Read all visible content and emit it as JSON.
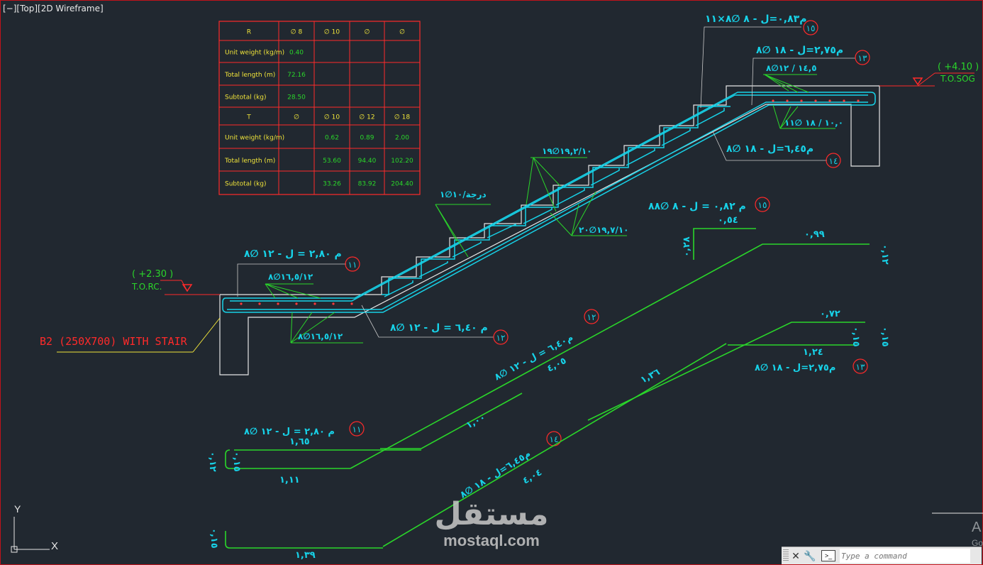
{
  "viewport": {
    "label": "[−][Top][2D Wireframe]"
  },
  "schedule": {
    "rows": [
      [
        "R",
        "∅ 8",
        "∅ 10",
        "∅",
        "∅"
      ],
      [
        "Unit weight (kg/m)",
        "0.40",
        "",
        "",
        ""
      ],
      [
        "Total length (m)",
        "72.16",
        "",
        "",
        ""
      ],
      [
        "Subtotal (kg)",
        "28.50",
        "",
        "",
        ""
      ],
      [
        "T",
        "∅",
        "∅ 10",
        "∅ 12",
        "∅ 18"
      ],
      [
        "Unit weight (kg/m)",
        "",
        "0.62",
        "0.89",
        "2.00"
      ],
      [
        "Total length (m)",
        "",
        "53.60",
        "94.40",
        "102.20"
      ],
      [
        "Subtotal (kg)",
        "",
        "33.26",
        "83.92",
        "204.40"
      ]
    ]
  },
  "levels": {
    "top_value": "( +4.10 )",
    "top_label": "T.O.SOG",
    "bottom_value": "( +2.30 )",
    "bottom_label": "T.O.RC."
  },
  "beam_label": "B2 (250X700) WITH STAIR",
  "bar_labels": {
    "b15_top": "م٠,٨٣=ل - ٨ ∅٨×١١",
    "b13_top": "م٢,٧٥=ل - ١٨ ∅٨",
    "b13_spacing": "١٤,٥ / ١٢∅٨",
    "b11_spacing": "١٠,٠ / ١٨ ∅١١",
    "b14_top": "م٦,٤٥=ل - ١٨ ∅٨",
    "b19_spacing": "١٩,٢/١٠∅١٩",
    "step_spacing": "درجة/١٠∅١",
    "b15_mid": "م ٠,٨٢ = ل - ٨ ∅٨٨",
    "b20_spacing": "١٩,٧/١٠∅٢٠",
    "b11_left": "م ٢,٨٠ = ل - ١٢ ∅٨",
    "left_spacing_top": "١٦,٥/١٢∅٨",
    "left_spacing_bot": "١٦,٥/١٢∅٨",
    "b12_mid": "م ٦,٤٠ = ل - ١٢ ∅٨"
  },
  "callouts": {
    "n15_top": "١٥",
    "n13_top": "١٣",
    "n14_top": "١٤",
    "n15_mid": "١٥",
    "n11": "١١",
    "n12": "١٢",
    "n12_shape": "١٢",
    "n13_shape": "١٣",
    "n11_shape": "١١",
    "n14_shape": "١٤"
  },
  "shapes": {
    "s15_dim_top": "٠,٥٤",
    "s15_dim_side": "٠,٢٨",
    "s12_label": "م٦,٤٠ = ل - ١٢ ∅٨",
    "s12_diag": "٤,٠٥",
    "s12_top": "٠,٩٩",
    "s12_end": "٠,١٢",
    "s13_label": "م٢,٧٥=ل - ١٨ ∅٨",
    "s13_top": "٠,٧٢",
    "s13_bot": "١,٢٤",
    "s13_side1": "٠,١٥",
    "s13_side2": "٠,١٥",
    "s13_diag": "١,٣٦",
    "s11_label": "م ٢,٨٠ = ل - ١٢ ∅٨",
    "s11_top": "١,٦٥",
    "s11_bot": "١,١١",
    "s11_side1": "٠,١٢",
    "s11_side2": "٠,١٥",
    "s11_diag": "١,٠٠",
    "s14_label": "م٦,٤٥=ل - ١٨ ∅٨",
    "s14_diag": "٤,٠٤",
    "s14_bot": "١,٣٩",
    "s14_side": "٠,١٥"
  },
  "watermark": {
    "arabic": "مستقل",
    "english": "mostaql.com",
    "letter": "A",
    "sub": "Go"
  },
  "command_line": {
    "placeholder": "Type a command"
  },
  "ucs": {
    "x": "X",
    "y": "Y"
  },
  "colors": {
    "background": "#212830",
    "rebar": "#17d2e8",
    "green": "#2ad62a",
    "red": "#ff2a2a",
    "yellow": "#f0e43a"
  }
}
